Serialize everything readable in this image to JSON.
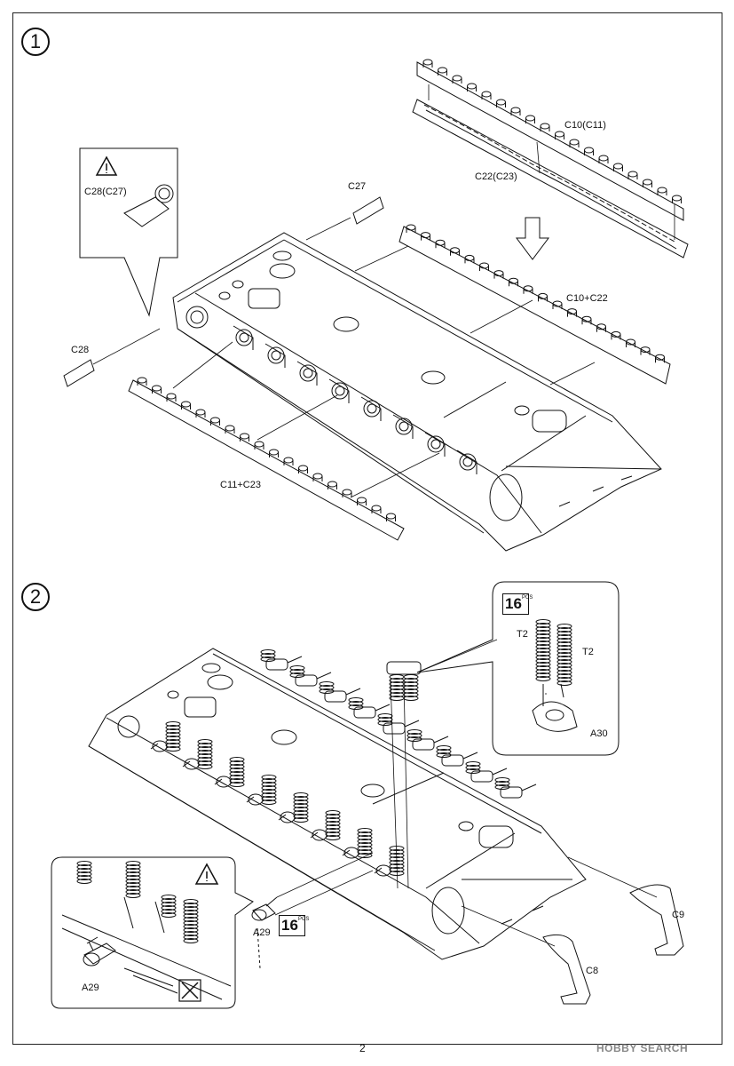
{
  "step1": {
    "number": "1",
    "labels": {
      "c10_c11": "C10(C11)",
      "c22_c23": "C22(C23)",
      "c27": "C27",
      "c28_c27": "C28(C27)",
      "c10_c22": "C10+C22",
      "c28": "C28",
      "c11_c23": "C11+C23"
    },
    "icons": [
      "caution-icon",
      "down-arrow-icon"
    ]
  },
  "step2": {
    "number": "2",
    "labels": {
      "t2_left": "T2",
      "t2_right": "T2",
      "a30": "A30",
      "a29_main": "A29",
      "a29_detail": "A29",
      "c9": "C9",
      "c8": "C8"
    },
    "quantity_badge": {
      "value": "16",
      "suffix": "PCS"
    },
    "icons": [
      "caution-icon",
      "no-glue-icon"
    ]
  },
  "footer": {
    "page_number": "2",
    "watermark": "HOBBY SEARCH"
  }
}
